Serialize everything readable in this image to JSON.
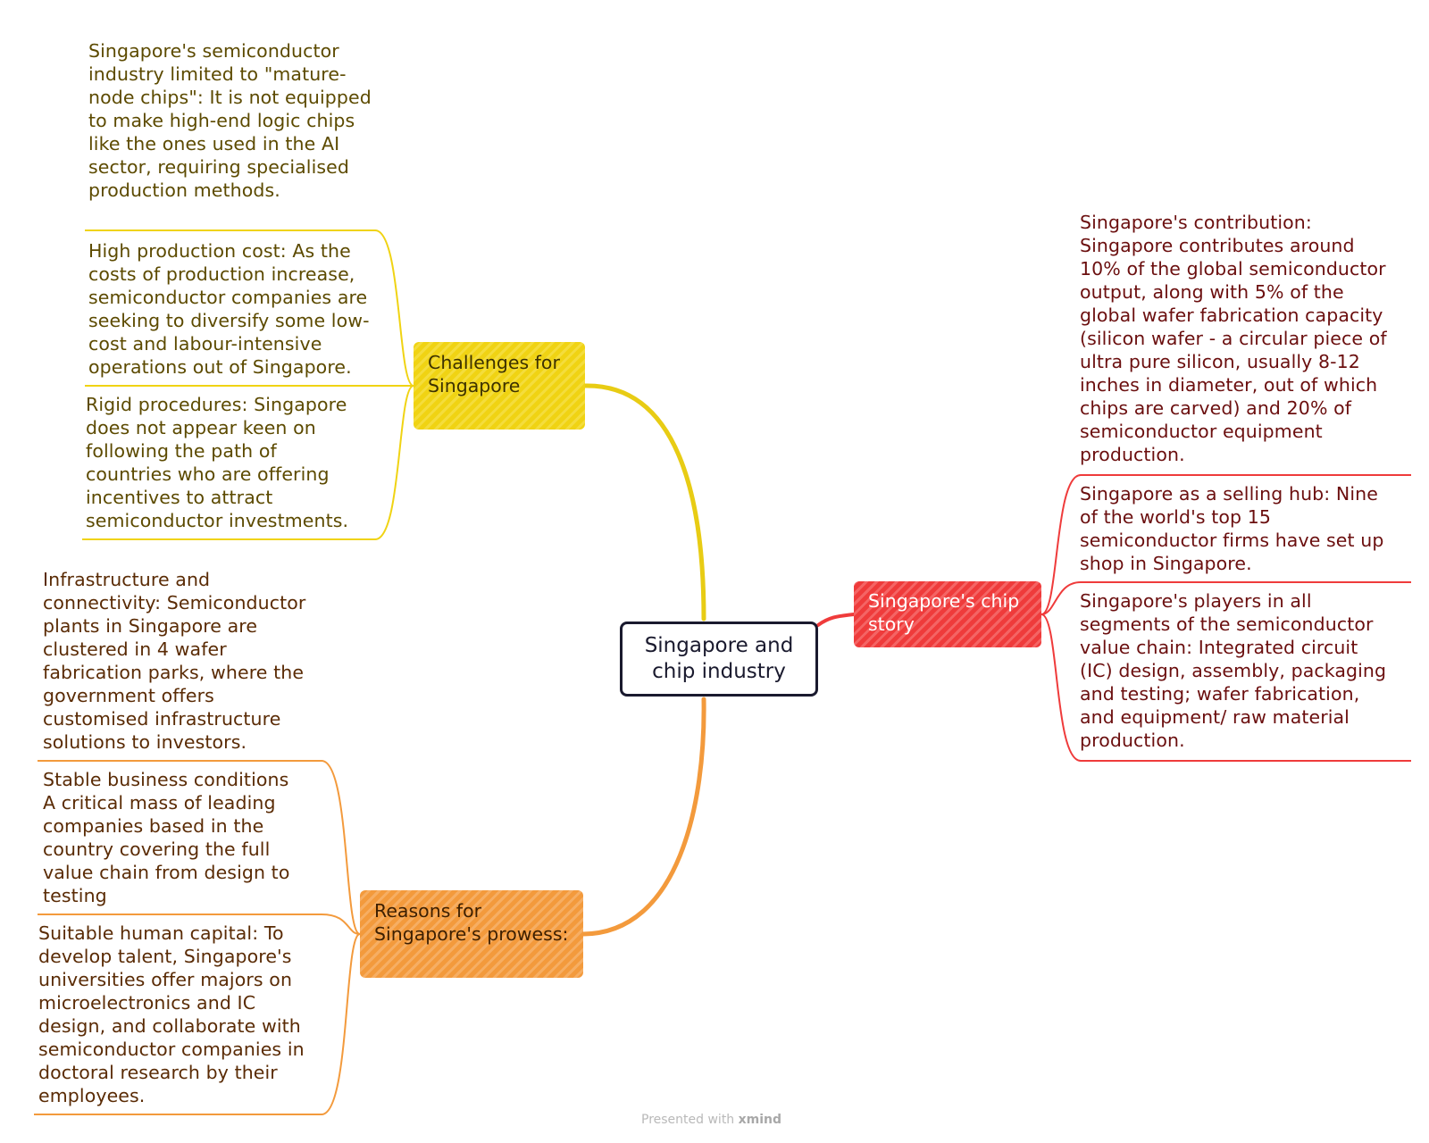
{
  "central_topic": {
    "line1": "Singapore and",
    "line2": "chip industry"
  },
  "branches": {
    "challenges": {
      "label_line1": "Challenges for",
      "label_line2": "Singapore",
      "color": "#f0d313",
      "items": [
        "Singapore's semiconductor industry limited to \"mature-node chips\": It is not equipped to make high-end logic chips like the ones used in the AI sector, requiring specialised production methods.",
        "High production cost: As the costs of production increase, semiconductor companies are seeking to diversify some low-cost and labour-intensive operations out of Singapore.",
        "Rigid procedures: Singapore does not appear keen on following the path of countries who are offering incentives to attract semiconductor investments."
      ]
    },
    "chip_story": {
      "label_line1": "Singapore's chip",
      "label_line2": "story",
      "color": "#ef3b3b",
      "items": [
        "Singapore's contribution: Singapore contributes around 10% of the global semiconductor output, along with 5% of the global wafer fabrication capacity (silicon wafer - a circular piece of ultra pure silicon, usually 8-12 inches in diameter, out of which chips are carved) and 20% of semiconductor equipment production.",
        "Singapore as a selling hub: Nine of the world's top 15 semiconductor firms have set up shop in Singapore.",
        "Singapore's players in all segments of the semiconductor value chain: Integrated circuit (IC) design, assembly, packaging and testing; wafer fabrication, and equipment/ raw material production."
      ]
    },
    "reasons": {
      "label_line1": "Reasons for",
      "label_line2": "Singapore's prowess:",
      "color": "#f39a3c",
      "items": [
        "Infrastructure and connectivity: Semiconductor plants in Singapore are clustered in 4 wafer fabrication parks, where the government offers customised infrastructure solutions to investors.",
        "Stable business conditions A critical mass of leading companies based in the country covering the full value chain from design to testing",
        "Suitable human capital: To develop talent, Singapore's universities offer majors on microelectronics and IC design, and collaborate with semiconductor companies in doctoral research by their employees."
      ]
    }
  },
  "footer": {
    "prefix": "Presented with",
    "brand": "xmind"
  }
}
